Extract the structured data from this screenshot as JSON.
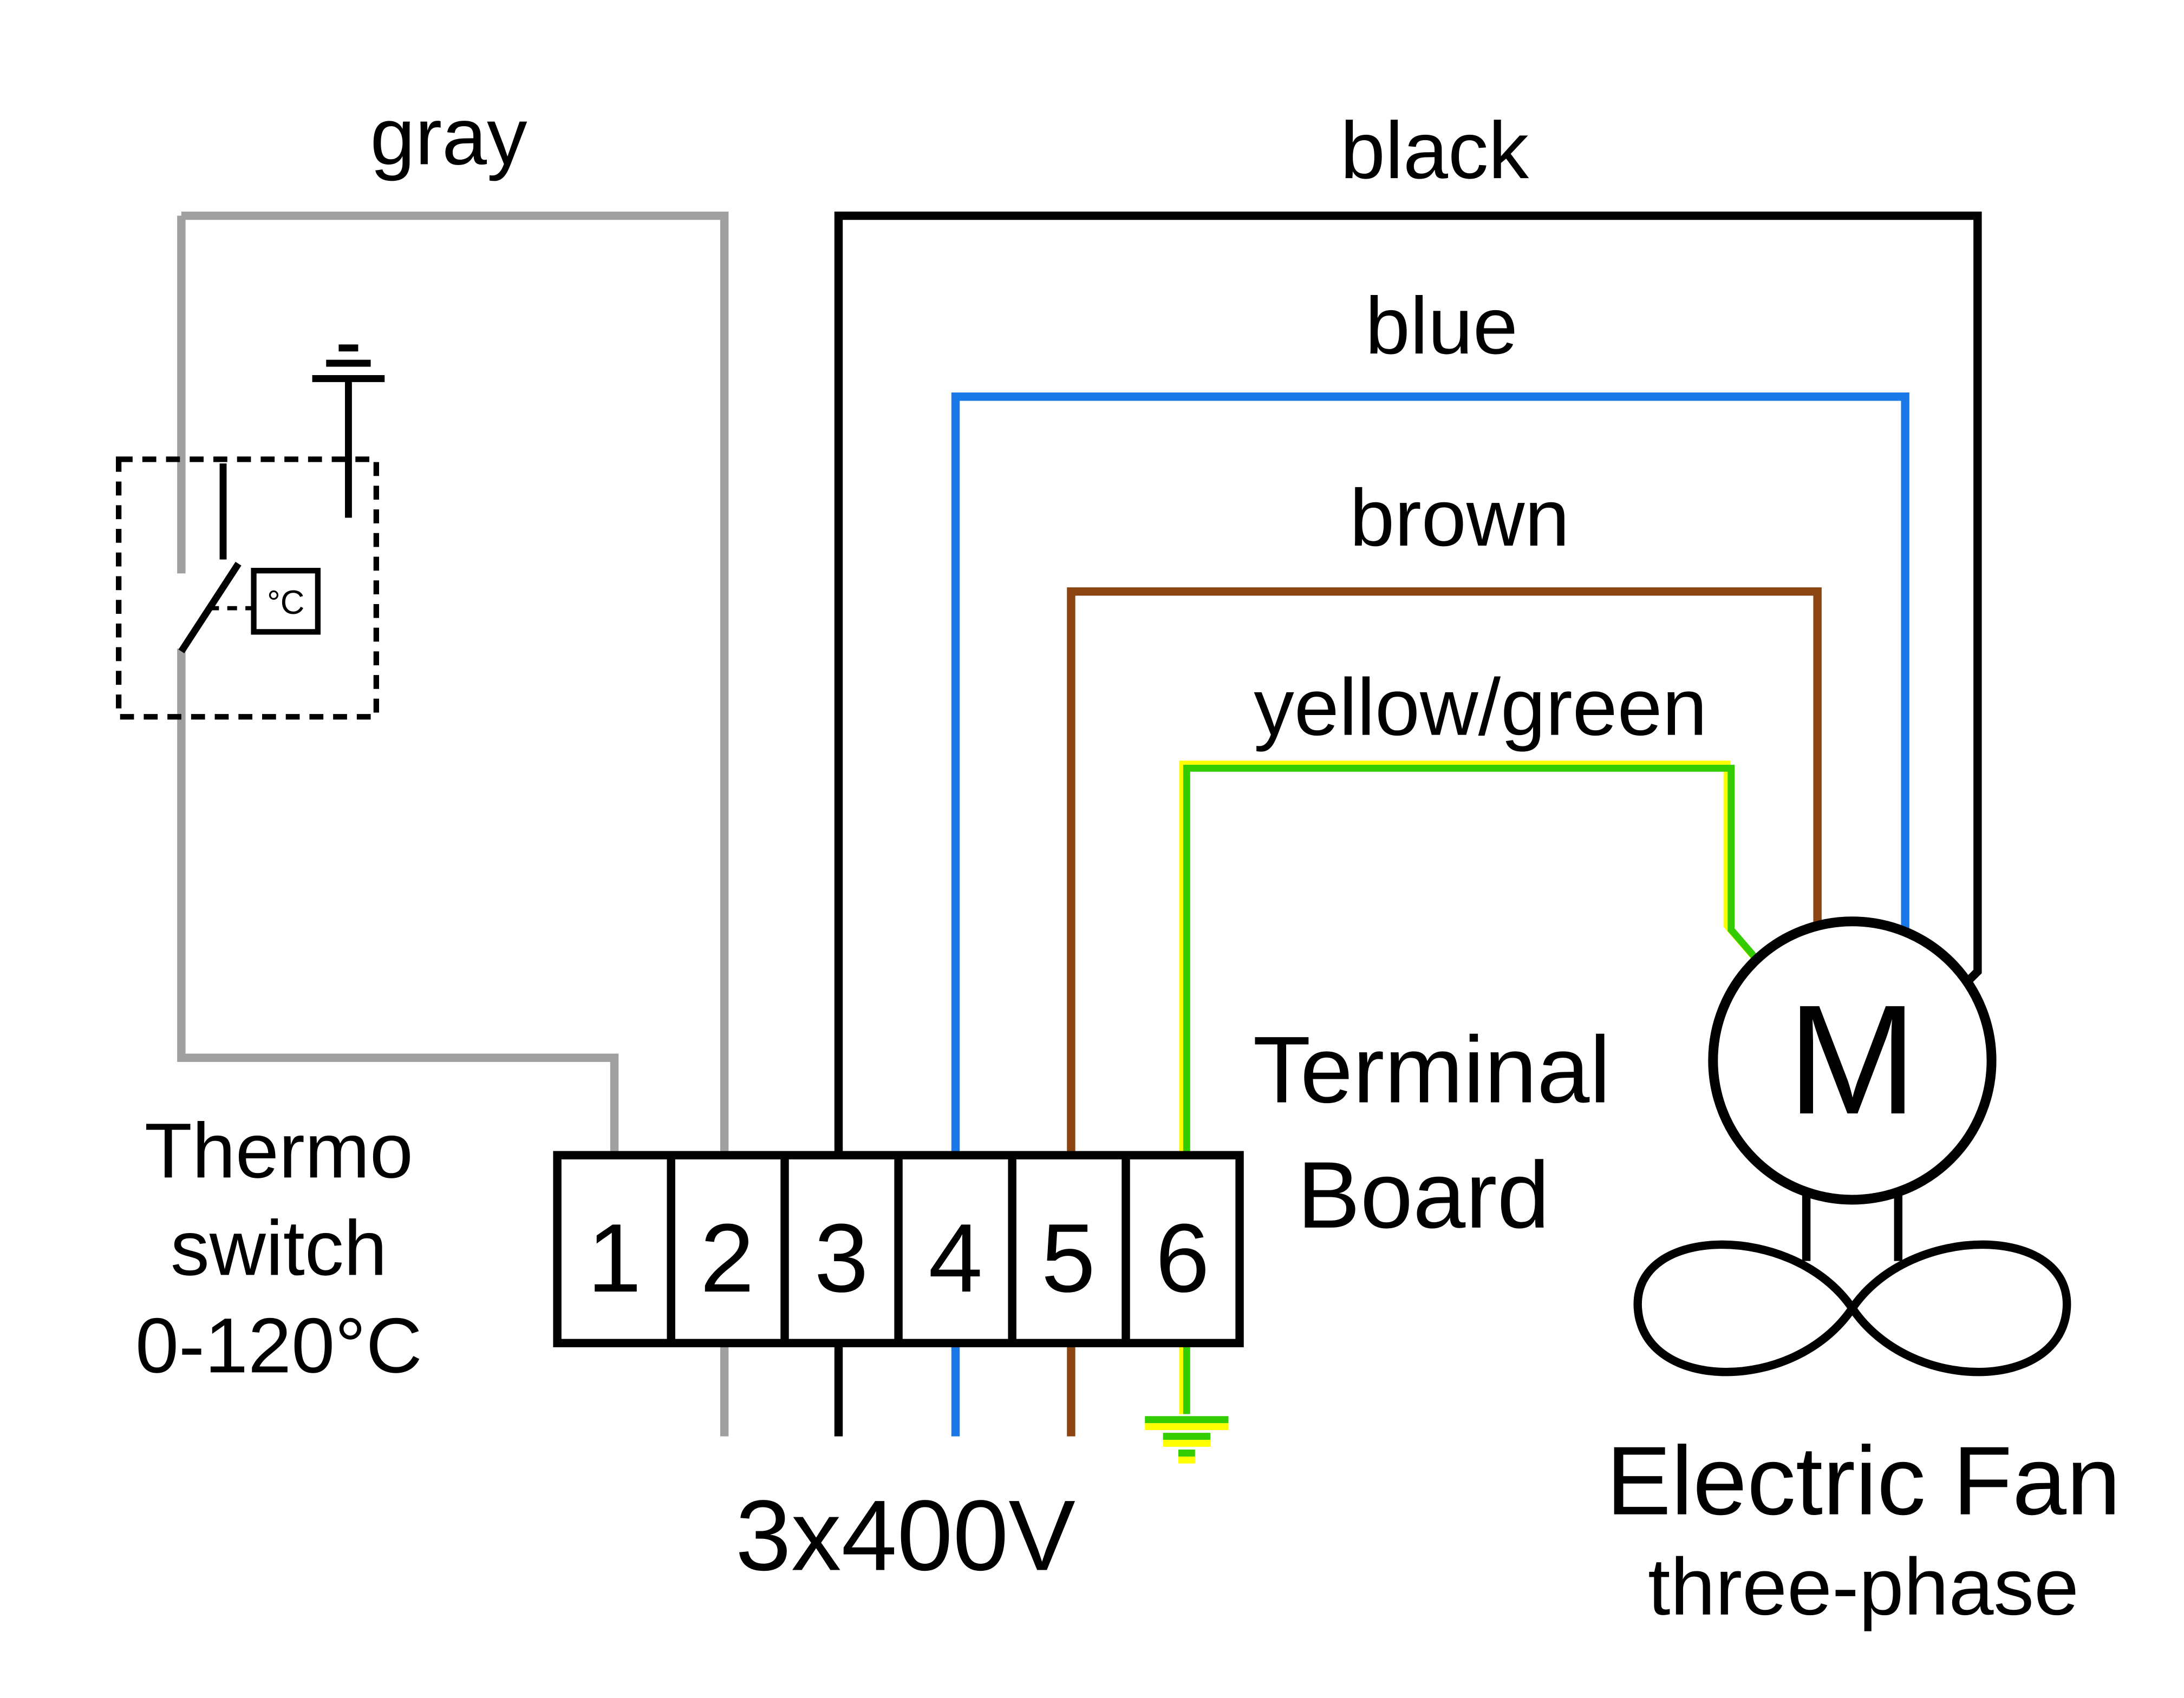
{
  "diagram": {
    "wire_labels": {
      "gray": "gray",
      "black": "black",
      "blue": "blue",
      "brown": "brown",
      "yellow_green": "yellow/green"
    },
    "thermo_switch": {
      "line1": "Thermo",
      "line2": "switch",
      "line3": "0-120°C",
      "icon": "°C"
    },
    "terminal_board": {
      "line1": "Terminal",
      "line2": "Board",
      "terminals": [
        "1",
        "2",
        "3",
        "4",
        "5",
        "6"
      ]
    },
    "supply_label": "3x400V",
    "motor_letter": "M",
    "fan": {
      "line1": "Electric Fan",
      "line2": "three-phase"
    },
    "colors": {
      "gray": "#a0a0a0",
      "black": "#000000",
      "blue": "#1878e8",
      "brown": "#8b4513",
      "green": "#33cc00",
      "yellow": "#ffff00"
    }
  }
}
